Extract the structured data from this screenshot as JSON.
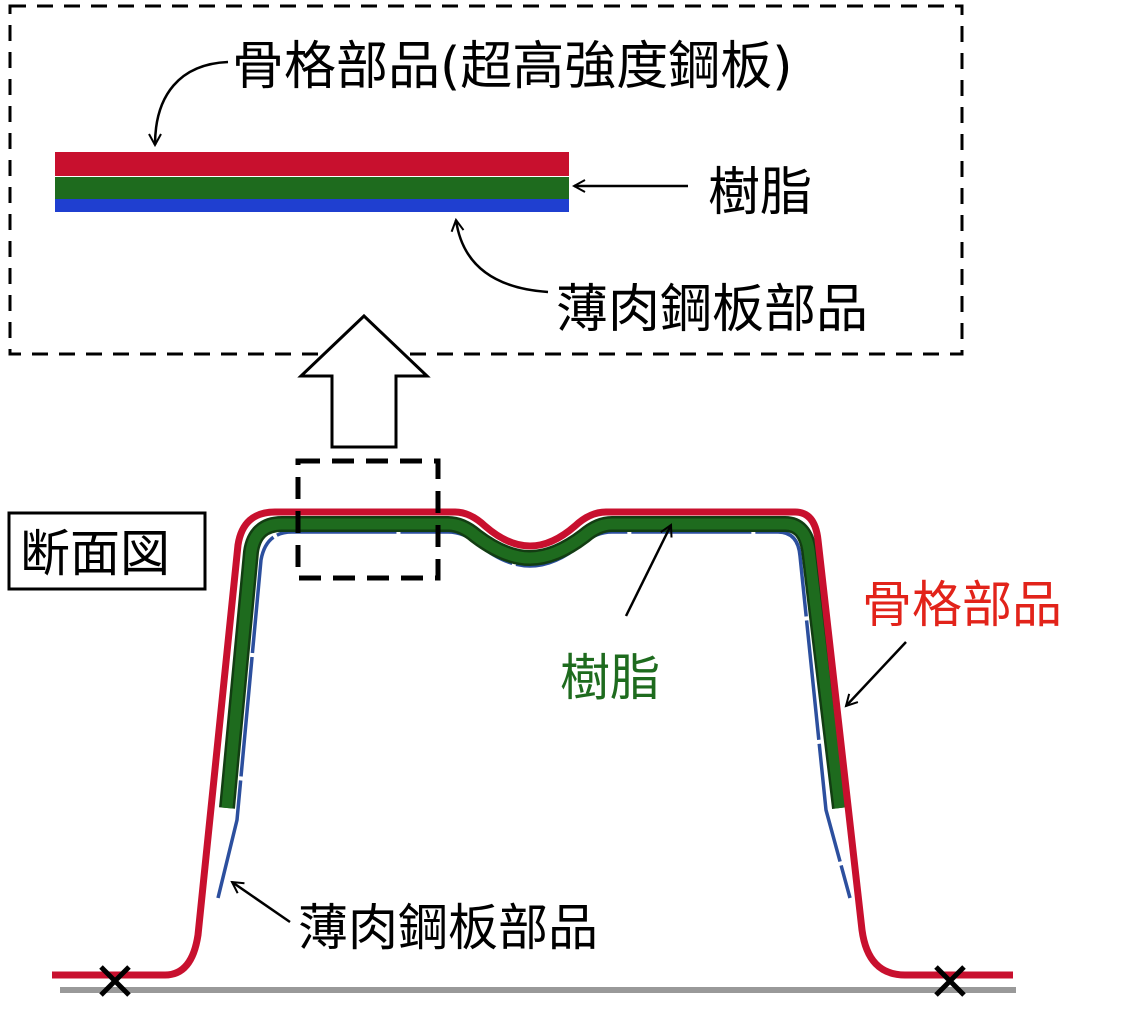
{
  "detail_box": {
    "skeleton_label": "骨格部品(超高強度鋼板)",
    "resin_label": "樹脂",
    "thin_label": "薄肉鋼板部品"
  },
  "section": {
    "title": "断面図",
    "skeleton_label": "骨格部品",
    "resin_label": "樹脂",
    "thin_label": "薄肉鋼板部品"
  },
  "colors": {
    "skeleton": "#c8102e",
    "resin": "#1e6b1e",
    "thin": "#1f3fd0",
    "thin_section": "#2c4f9e",
    "base": "#999999",
    "text": "#000000",
    "skeleton_text": "#e2231a",
    "resin_text": "#1e6b1e"
  }
}
